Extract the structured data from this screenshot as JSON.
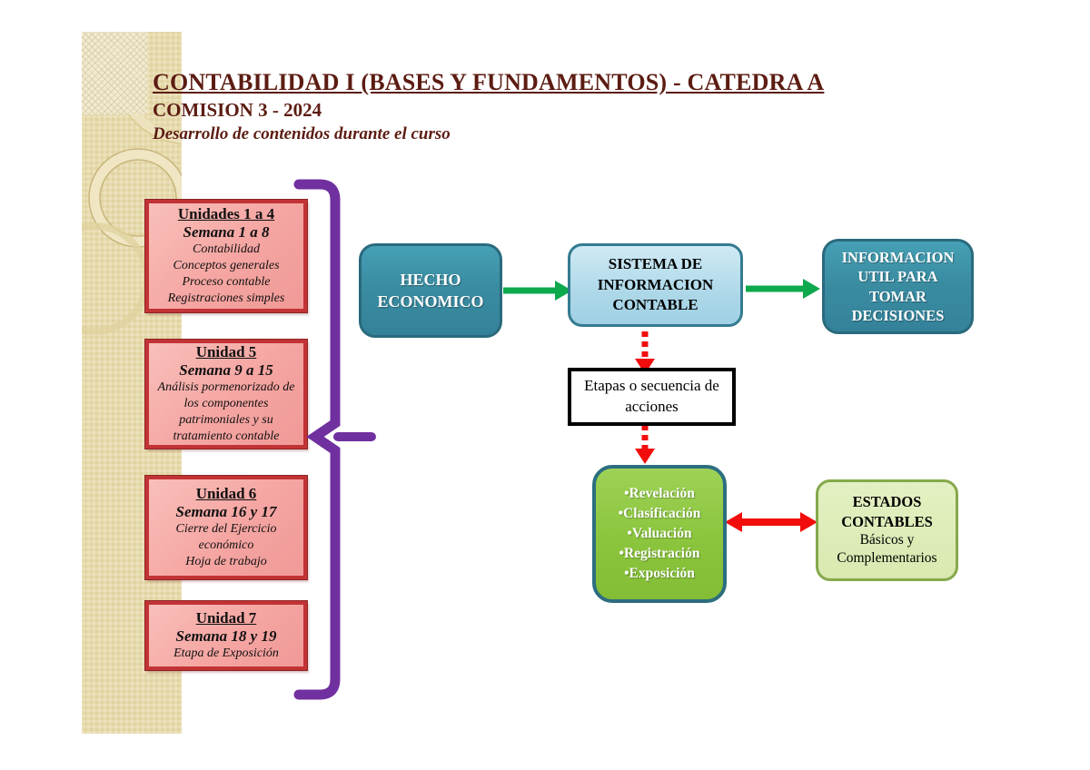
{
  "slide": {
    "title": "CONTABILIDAD I (BASES Y FUNDAMENTOS) - CATEDRA A",
    "subtitle": "COMISION 3 - 2024",
    "tagline": "Desarrollo de contenidos durante el curso"
  },
  "units": [
    {
      "title": "Unidades 1 a 4",
      "week": "Semana 1 a 8",
      "lines": [
        "Contabilidad",
        "Conceptos generales",
        "Proceso contable",
        "Registraciones simples"
      ]
    },
    {
      "title": "Unidad 5",
      "week": "Semana 9 a 15",
      "lines": [
        "Análisis pormenorizado de",
        "los componentes",
        "patrimoniales y su",
        "tratamiento contable"
      ]
    },
    {
      "title": "Unidad 6",
      "week": "Semana 16 y 17",
      "lines": [
        "Cierre del Ejercicio",
        "económico",
        "Hoja de trabajo"
      ]
    },
    {
      "title": "Unidad 7",
      "week": "Semana 18 y 19",
      "lines": [
        "Etapa de Exposición"
      ]
    }
  ],
  "flow": {
    "hecho_economico": {
      "lines": [
        "HECHO",
        "ECONOMICO"
      ]
    },
    "sistema_informacion": {
      "lines": [
        "SISTEMA DE",
        "INFORMACION",
        "CONTABLE"
      ]
    },
    "informacion_util": {
      "lines": [
        "INFORMACION",
        "UTIL PARA",
        "TOMAR",
        "DECISIONES"
      ]
    },
    "etapas": {
      "lines": [
        "Etapas o secuencia de",
        "acciones"
      ]
    },
    "acciones": {
      "bullet": "•",
      "items": [
        "Revelación",
        "Clasificación",
        "Valuación",
        "Registración",
        "Exposición"
      ]
    },
    "estados": {
      "title_lines": [
        "ESTADOS",
        "CONTABLES"
      ],
      "sub_lines": [
        "Básicos y",
        "Complementarios"
      ]
    }
  },
  "colors": {
    "title_maroon": "#5c1c12",
    "unit_fill": "#f5a5a2",
    "unit_border": "#c23335",
    "teal_fill": "#3a8ca1",
    "light_blue_fill": "#aed8e9",
    "green_fill": "#8cc63f",
    "light_green_fill": "#d9e9b0",
    "brace_purple": "#7030a0",
    "arrow_green": "#0ea84d",
    "arrow_red": "#f20d0d",
    "strip_beige": "#e7d9a6"
  }
}
